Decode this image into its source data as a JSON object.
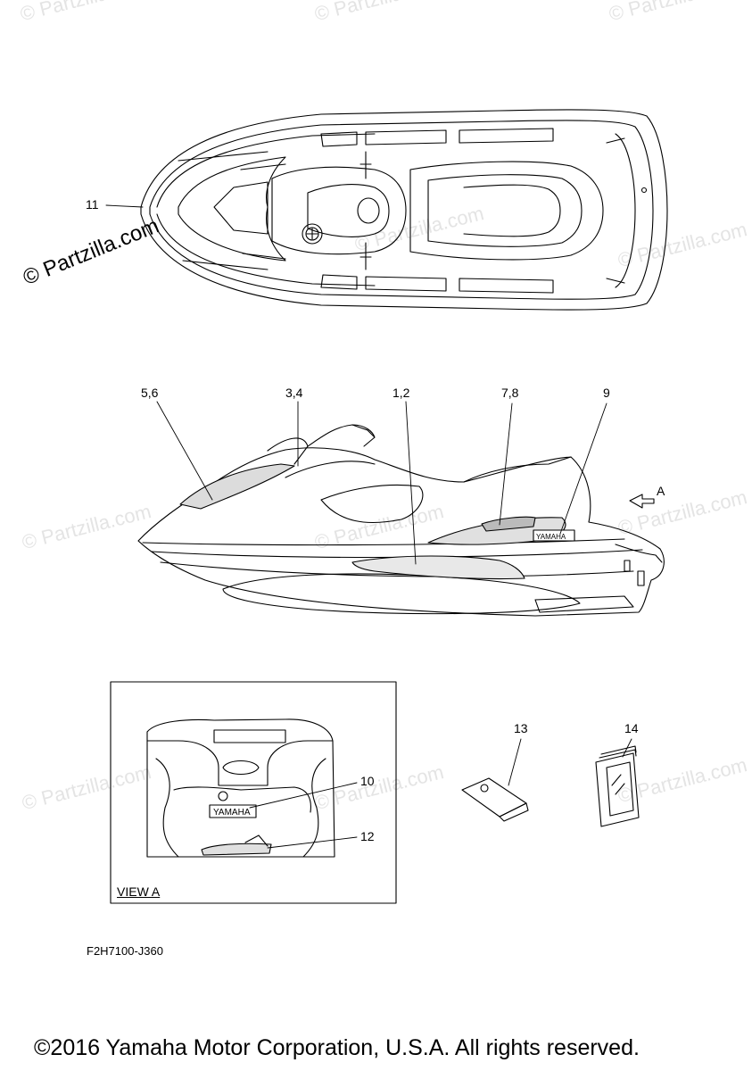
{
  "watermark": "© Partzilla.com",
  "callouts": {
    "c11": "11",
    "c56": "5,6",
    "c34": "3,4",
    "c12": "1,2",
    "c78": "7,8",
    "c9": "9",
    "cA": "A",
    "c10": "10",
    "c12b": "12",
    "c13": "13",
    "c14": "14"
  },
  "view_label": "VIEW A",
  "decal_text": "YAMAHA",
  "drawing_code": "F2H7100-J360",
  "copyright": "©2016 Yamaha Motor Corporation, U.S.A. All rights reserved."
}
